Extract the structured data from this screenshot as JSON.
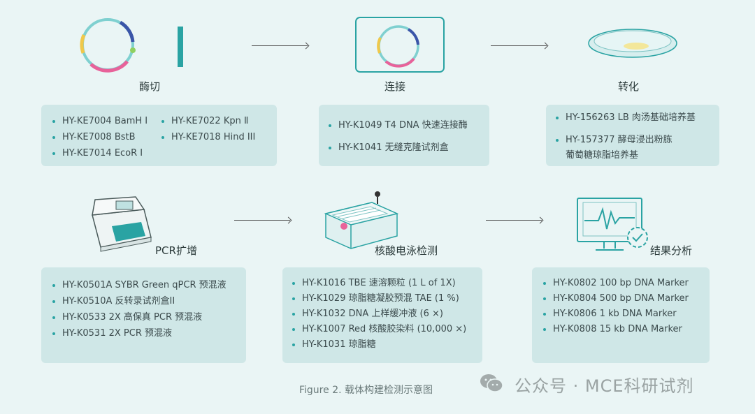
{
  "steps": {
    "digest": {
      "label": "酶切",
      "items": [
        "HY-KE7004 BamH I",
        "HY-KE7022 Kpn Ⅱ",
        "HY-KE7008 BstB",
        "HY-KE7018 Hind III",
        "HY-KE7014 EcoR I"
      ]
    },
    "ligation": {
      "label": "连接",
      "items": [
        "HY-K1049 T4 DNA 快速连接酶",
        "HY-K1041 无缝克隆试剂盒"
      ]
    },
    "transform": {
      "label": "转化",
      "items": [
        "HY-156263 LB 肉汤基础培养基",
        "HY-157377 酵母浸出粉胨",
        "葡萄糖琼脂培养基"
      ]
    },
    "pcr": {
      "label": "PCR扩增",
      "items": [
        "HY-K0501A SYBR Green qPCR 预混液",
        "HY-K0510A 反转录试剂盒II",
        "HY-K0533 2X 高保真 PCR 预混液",
        "HY-K0531 2X PCR 预混液"
      ]
    },
    "electro": {
      "label": "核酸电泳检测",
      "items": [
        "HY-K1016 TBE 速溶颗粒 (1 L of 1X)",
        "HY-K1029 琼脂糖凝胶预混 TAE (1 %)",
        "HY-K1032 DNA 上样缓冲液 (6 ×)",
        "HY-K1007 Red 核酸胶染料 (10,000 ×)",
        "HY-K1031 琼脂糖"
      ]
    },
    "analysis": {
      "label": "结果分析",
      "items": [
        "HY-K0802 100 bp  DNA Marker",
        "HY-K0804 500 bp  DNA Marker",
        "HY-K0806 1 kb DNA Marker",
        "HY-K0808 15 kb  DNA Marker"
      ]
    }
  },
  "caption": "Figure 2. 载体构建检测示意图",
  "watermark": "公众号 · MCE科研试剂",
  "colors": {
    "teal": "#2aa3a3",
    "box": "#cfe7e7",
    "bg": "#eaf5f5"
  }
}
